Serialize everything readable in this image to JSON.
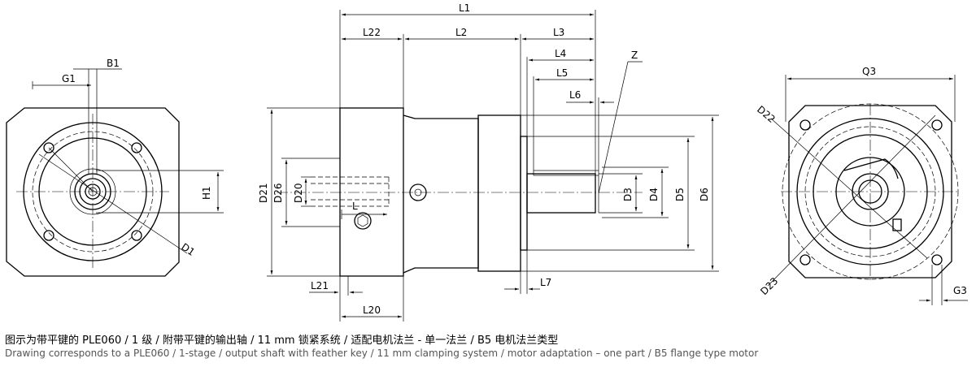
{
  "labels": {
    "B1": "B1",
    "G1": "G1",
    "H1": "H1",
    "D1": "D1",
    "L1": "L1",
    "L22": "L22",
    "L2": "L2",
    "L3": "L3",
    "L4": "L4",
    "L5": "L5",
    "L6": "L6",
    "Z": "Z",
    "D21": "D21",
    "D26": "D26",
    "D20": "D20",
    "L": "L",
    "D3": "D3",
    "D4": "D4",
    "D5": "D5",
    "D6": "D6",
    "L21": "L21",
    "L20": "L20",
    "L7": "L7",
    "Q3": "Q3",
    "D22": "D22",
    "D23": "D23",
    "G3": "G3"
  },
  "caption": {
    "zh": "图示为带平键的 PLE060 / 1 级 / 附带平键的输出轴 / 11 mm 锁紧系统 / 适配电机法兰 - 单一法兰 / B5 电机法兰类型",
    "en": "Drawing corresponds to a PLE060 / 1-stage / output shaft with feather key / 11 mm clamping system / motor adaptation – one part / B5 flange type motor"
  }
}
